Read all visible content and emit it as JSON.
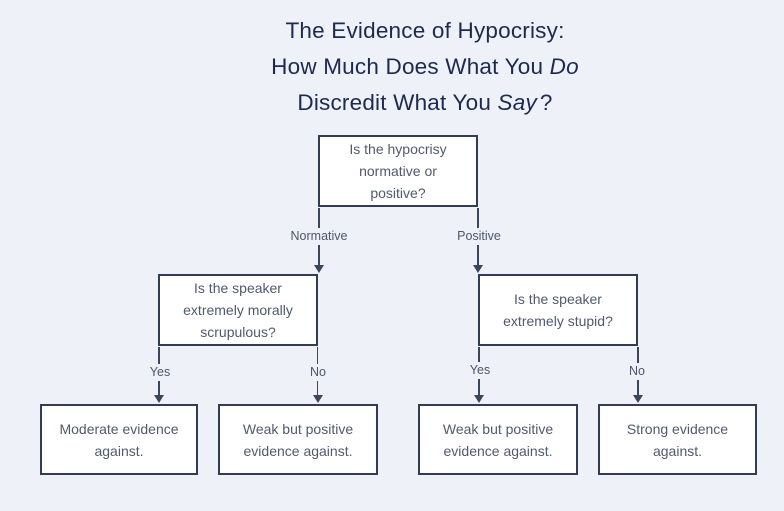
{
  "title": {
    "line1": "The Evidence of Hypocrisy:",
    "line2_prefix": "How Much Does What You ",
    "line2_italic": "Do",
    "line3_prefix": "Discredit What You ",
    "line3_italic": "Say",
    "line3_suffix": "?"
  },
  "flowchart": {
    "root": {
      "question": "Is the hypocrisy normative or positive?"
    },
    "branches": [
      {
        "label": "Normative",
        "question": "Is the speaker extremely morally scrupulous?",
        "outcomes": [
          {
            "label": "Yes",
            "result": "Moderate evidence against."
          },
          {
            "label": "No",
            "result": "Weak but positive evidence against."
          }
        ]
      },
      {
        "label": "Positive",
        "question": "Is the speaker extremely stupid?",
        "outcomes": [
          {
            "label": "Yes",
            "result": "Weak but positive evidence against."
          },
          {
            "label": "No",
            "result": "Strong evidence against."
          }
        ]
      }
    ]
  },
  "colors": {
    "background": "#eff1f8",
    "box_fill": "#ffffff",
    "box_border": "#323d55",
    "box_text": "#505a6d",
    "title_text": "#1c2a4e",
    "edge": "#3c4559",
    "edge_label": "#4d5668"
  }
}
